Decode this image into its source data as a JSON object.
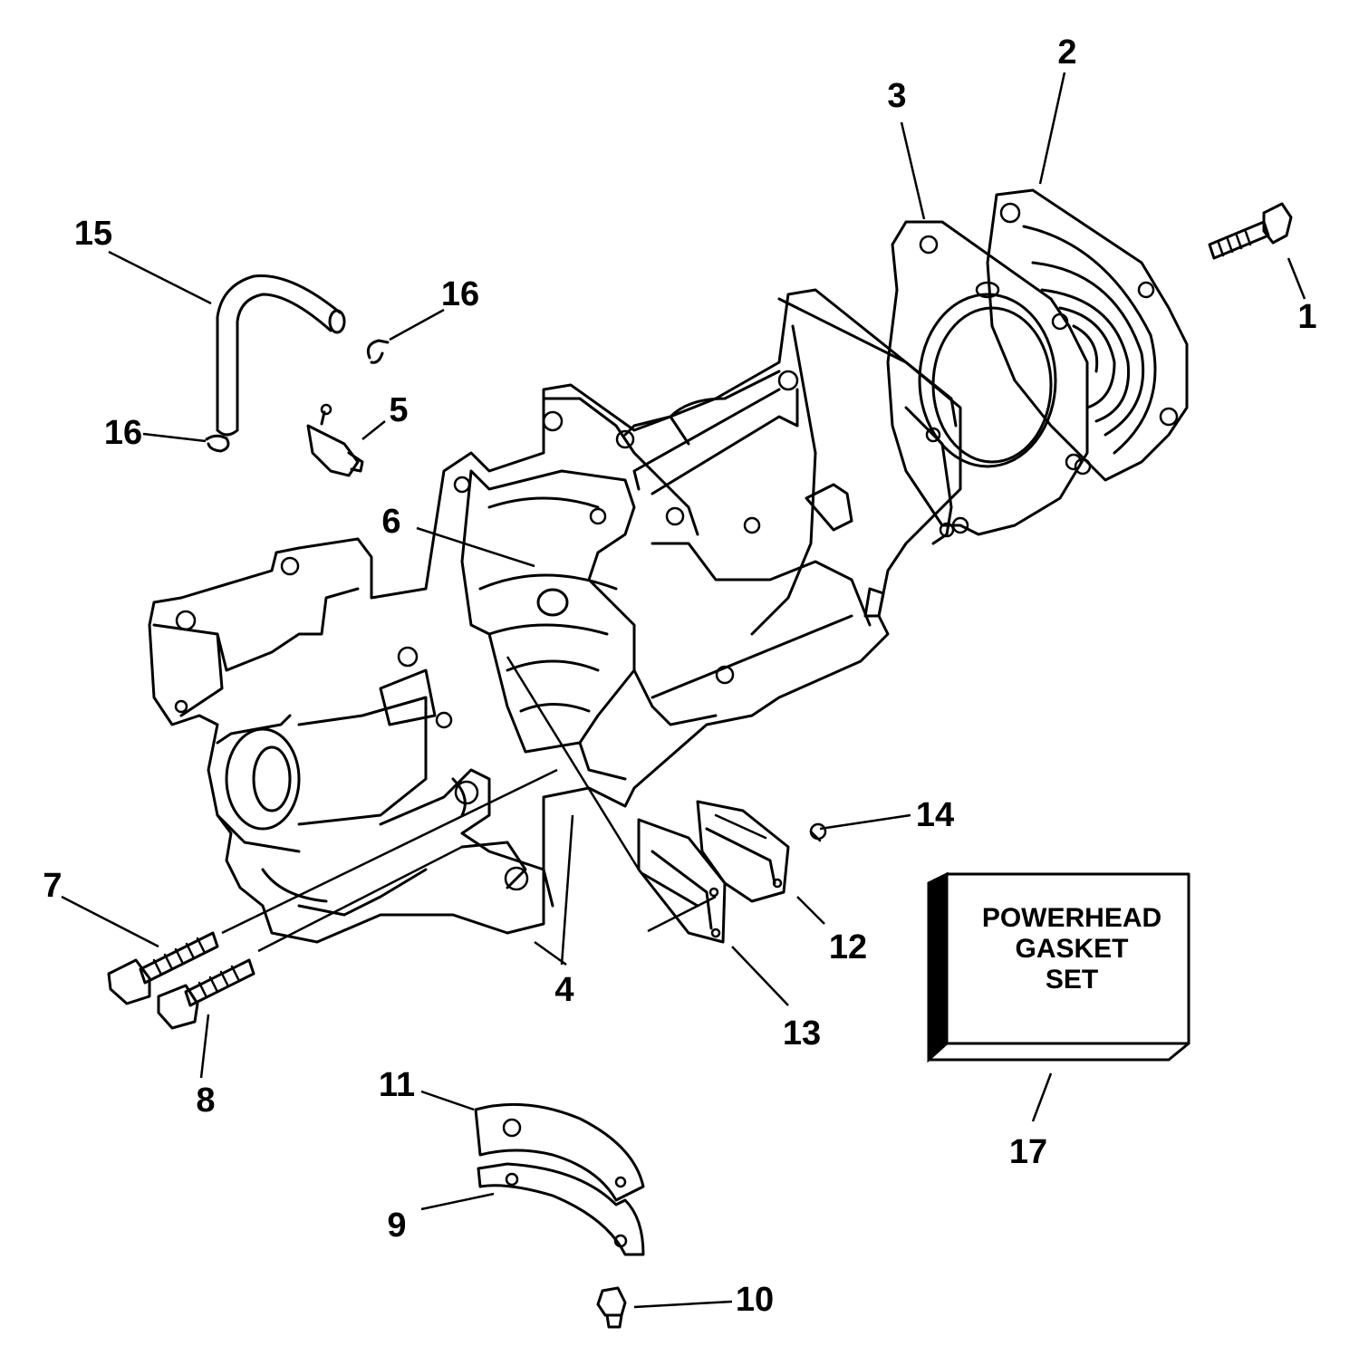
{
  "diagram": {
    "callouts": [
      {
        "id": "1",
        "label": "1"
      },
      {
        "id": "2",
        "label": "2"
      },
      {
        "id": "3",
        "label": "3"
      },
      {
        "id": "4",
        "label": "4"
      },
      {
        "id": "5",
        "label": "5"
      },
      {
        "id": "6",
        "label": "6"
      },
      {
        "id": "7",
        "label": "7"
      },
      {
        "id": "8",
        "label": "8"
      },
      {
        "id": "9",
        "label": "9"
      },
      {
        "id": "10",
        "label": "10"
      },
      {
        "id": "11",
        "label": "11"
      },
      {
        "id": "12",
        "label": "12"
      },
      {
        "id": "13",
        "label": "13"
      },
      {
        "id": "14",
        "label": "14"
      },
      {
        "id": "15",
        "label": "15"
      },
      {
        "id": "16a",
        "label": "16"
      },
      {
        "id": "16b",
        "label": "16"
      },
      {
        "id": "17",
        "label": "17"
      }
    ],
    "gasket_box": {
      "line1": "POWERHEAD",
      "line2": "GASKET",
      "line3": "SET"
    }
  }
}
